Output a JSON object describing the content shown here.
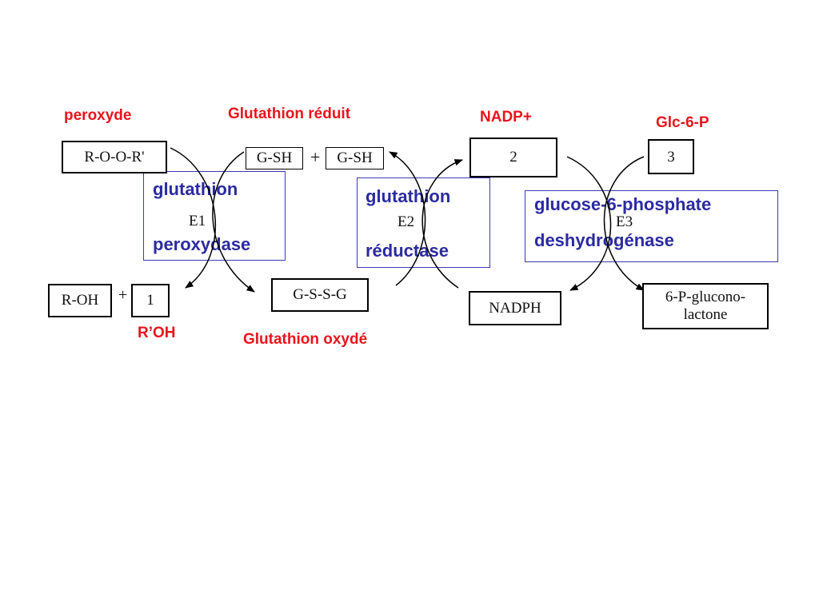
{
  "labels": {
    "peroxyde": "peroxyde",
    "glutathion_reduit": "Glutathion réduit",
    "nadp_plus": "NADP+",
    "glc6p": "Glc-6-P",
    "roh_label": "R’OH",
    "glutathion_oxyde": "Glutathion oxydé"
  },
  "boxes": {
    "roor": "R-O-O-R'",
    "gsh1": "G-SH",
    "plus1": "+",
    "gsh2": "G-SH",
    "box2": "2",
    "box3": "3",
    "roh": "R-OH",
    "plus2": "+",
    "box1": "1",
    "gssg": "G-S-S-G",
    "nadph": "NADPH",
    "glucono_line1": "6-P-glucono-",
    "glucono_line2": "lactone"
  },
  "enzymes": {
    "e1": {
      "line1": "glutathion",
      "code": "E1",
      "line2": "peroxydase"
    },
    "e2": {
      "line1": "glutathion",
      "code": "E2",
      "line2": "réductase"
    },
    "e3": {
      "line1": "glucose-6-phosphate",
      "code": "E3",
      "line2": "deshydrogénase"
    }
  },
  "colors": {
    "label_red": "#e8141c",
    "enzyme_blue": "#2b2ba0",
    "enzyme_border": "#3a3ab0"
  }
}
